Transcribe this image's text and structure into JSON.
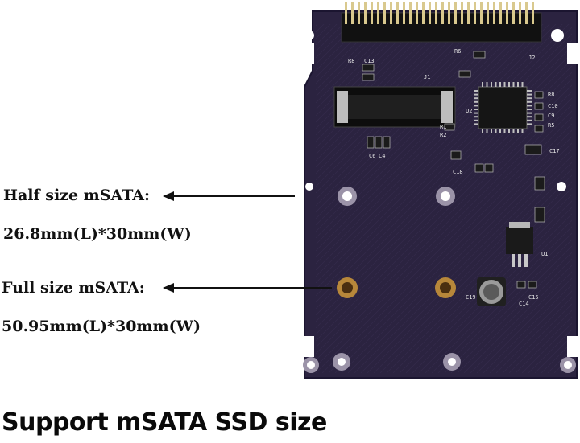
{
  "annotations": {
    "half": {
      "title": "Half size mSATA:",
      "dimensions": "26.8mm(L)*30mm(W)"
    },
    "full": {
      "title": "Full size mSATA:",
      "dimensions": "50.95mm(L)*30mm(W)"
    }
  },
  "caption": "Support mSATA SSD size",
  "board": {
    "silkscreen": {
      "c13": "C13",
      "r8": "R8",
      "j1": "J1",
      "j2": "J2",
      "r6": "R6",
      "u2": "U2",
      "r8b": "R8",
      "c10": "C10",
      "c9": "C9",
      "r5": "R5",
      "r1": "R1",
      "r2": "R2",
      "c17": "C17",
      "c18": "C18",
      "c19": "C19",
      "u1": "U1",
      "c15": "C15",
      "c14": "C14",
      "c6": "C6",
      "c4": "C4"
    }
  }
}
